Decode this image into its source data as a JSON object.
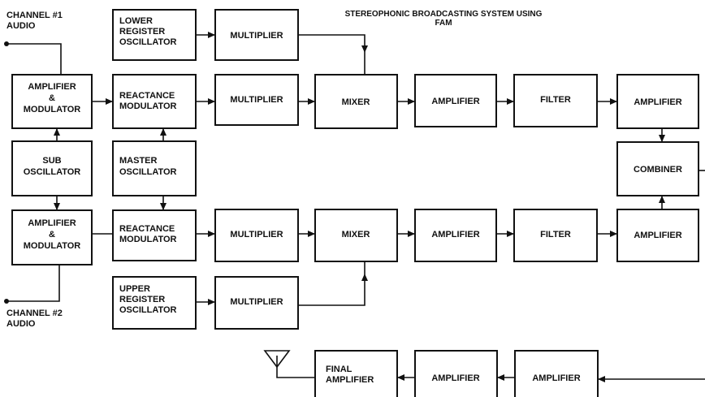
{
  "title": [
    "STEREOPHONIC BROADCASTING SYSTEM USING",
    "FAM"
  ],
  "inputs": {
    "channel_1": [
      "CHANNEL #1",
      "AUDIO"
    ],
    "channel_2": [
      "CHANNEL #2",
      "AUDIO"
    ]
  },
  "blocks": {
    "lower_register_osc": [
      "LOWER",
      "REGISTER",
      "OSCILLATOR"
    ],
    "multiplier_top": [
      "MULTIPLIER"
    ],
    "amp_mod_1": [
      "AMPLIFIER",
      "&",
      "MODULATOR"
    ],
    "reactance_mod_1": [
      "REACTANCE",
      "MODULATOR"
    ],
    "multiplier_1": [
      "MULTIPLIER"
    ],
    "mixer_1": [
      "MIXER"
    ],
    "amplifier_1": [
      "AMPLIFIER"
    ],
    "filter_1": [
      "FILTER"
    ],
    "amplifier_1b": [
      "AMPLIFIER"
    ],
    "sub_oscillator": [
      "SUB",
      "OSCILLATOR"
    ],
    "master_oscillator": [
      "MASTER",
      "OSCILLATOR"
    ],
    "combiner": [
      "COMBINER"
    ],
    "amp_mod_2": [
      "AMPLIFIER",
      "&",
      "MODULATOR"
    ],
    "reactance_mod_2": [
      "REACTANCE",
      "MODULATOR"
    ],
    "multiplier_2": [
      "MULTIPLIER"
    ],
    "mixer_2": [
      "MIXER"
    ],
    "amplifier_2": [
      "AMPLIFIER"
    ],
    "filter_2": [
      "FILTER"
    ],
    "amplifier_2b": [
      "AMPLIFIER"
    ],
    "upper_register_osc": [
      "UPPER",
      "REGISTER",
      "OSCILLATOR"
    ],
    "multiplier_bottom": [
      "MULTIPLIER"
    ],
    "final_amplifier": [
      "FINAL",
      "AMPLIFIER"
    ],
    "amplifier_out_1": [
      "AMPLIFIER"
    ],
    "amplifier_out_2": [
      "AMPLIFIER"
    ]
  }
}
